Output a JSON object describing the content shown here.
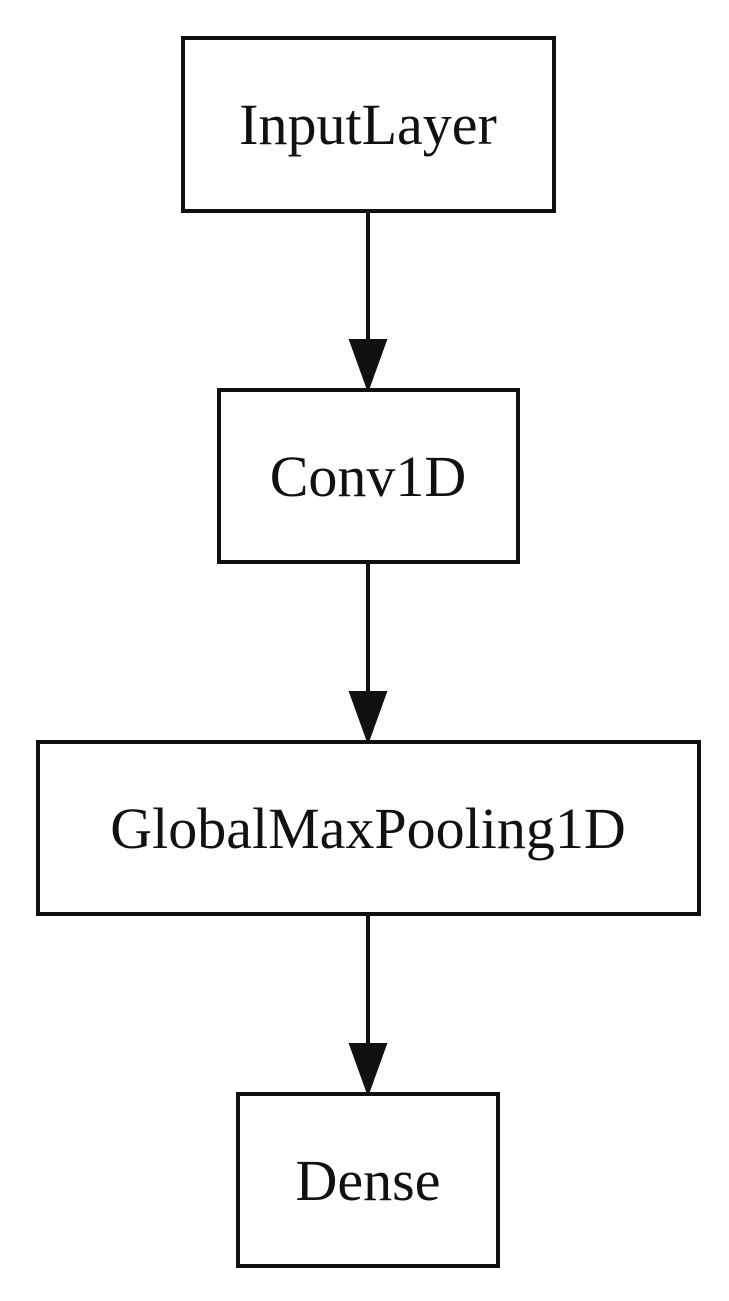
{
  "diagram": {
    "nodes": [
      {
        "id": "input",
        "label": "InputLayer"
      },
      {
        "id": "conv",
        "label": "Conv1D"
      },
      {
        "id": "pool",
        "label": "GlobalMaxPooling1D"
      },
      {
        "id": "dense",
        "label": "Dense"
      }
    ],
    "edges": [
      {
        "from": "input",
        "to": "conv"
      },
      {
        "from": "conv",
        "to": "pool"
      },
      {
        "from": "pool",
        "to": "dense"
      }
    ],
    "colors": {
      "stroke": "#111111",
      "background": "#ffffff"
    }
  }
}
